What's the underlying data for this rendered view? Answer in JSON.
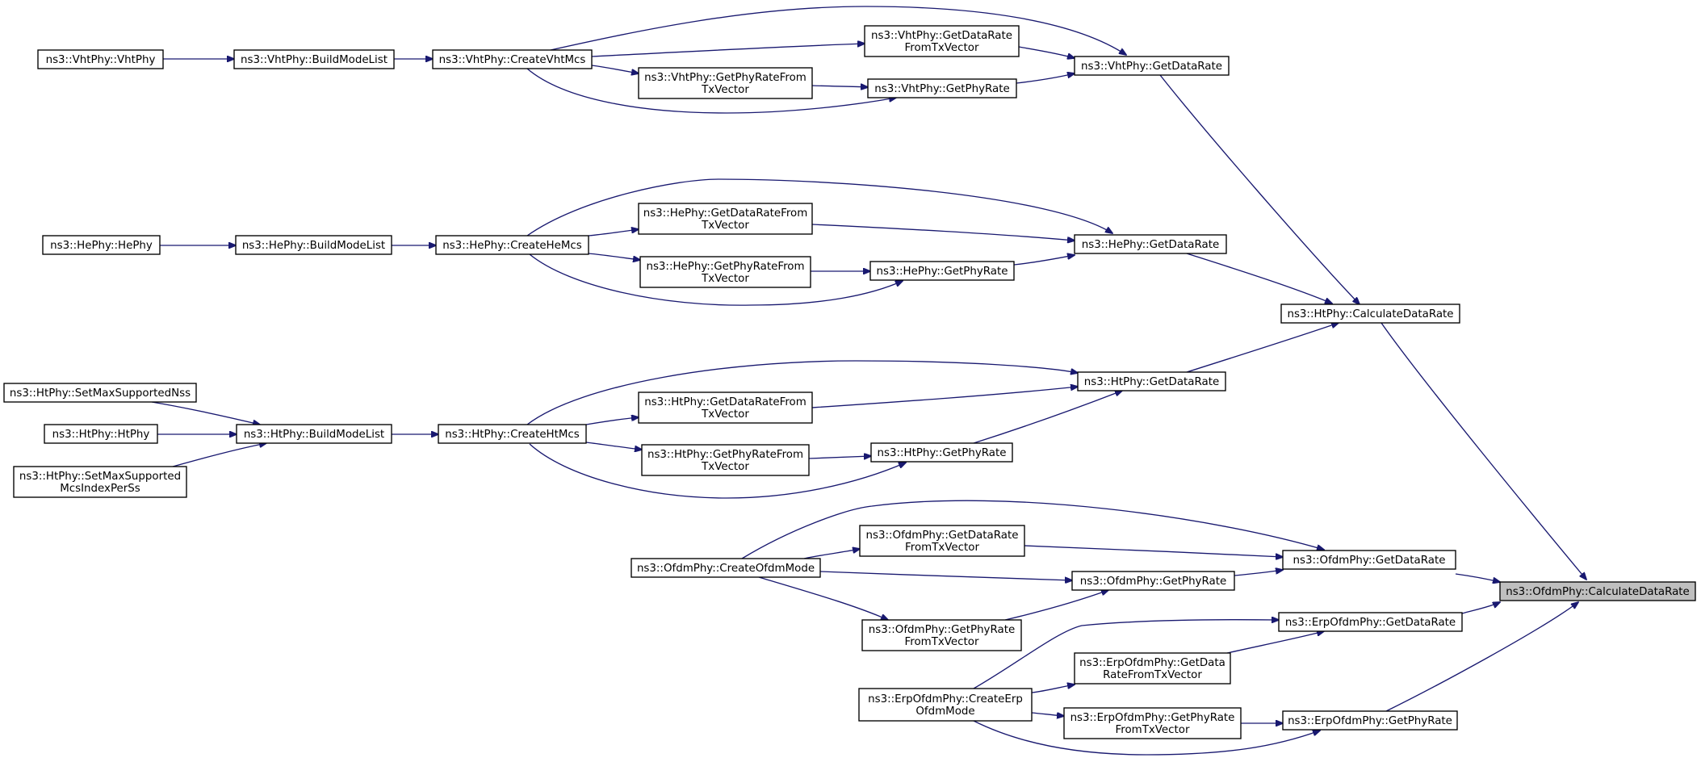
{
  "diagram": {
    "title": "",
    "colors": {
      "edge": "#191970",
      "node_border": "#000000",
      "node_fill": "#ffffff",
      "root_fill": "#bfbfbf",
      "text": "#000000"
    },
    "root": "ofdm_calc",
    "nodes": [
      {
        "id": "ofdm_calc",
        "lines": [
          "ns3::OfdmPhy::CalculateDataRate"
        ]
      },
      {
        "id": "ht_calc",
        "lines": [
          "ns3::HtPhy::CalculateDataRate"
        ]
      },
      {
        "id": "ofdm_getdr",
        "lines": [
          "ns3::OfdmPhy::GetDataRate"
        ]
      },
      {
        "id": "erp_getdr",
        "lines": [
          "ns3::ErpOfdmPhy::GetDataRate"
        ]
      },
      {
        "id": "erp_getpr",
        "lines": [
          "ns3::ErpOfdmPhy::GetPhyRate"
        ]
      },
      {
        "id": "vht_getdr",
        "lines": [
          "ns3::VhtPhy::GetDataRate"
        ]
      },
      {
        "id": "he_getdr",
        "lines": [
          "ns3::HePhy::GetDataRate"
        ]
      },
      {
        "id": "ht_getdr",
        "lines": [
          "ns3::HtPhy::GetDataRate"
        ]
      },
      {
        "id": "vht_getdrtx",
        "lines": [
          "ns3::VhtPhy::GetDataRate",
          "FromTxVector"
        ]
      },
      {
        "id": "vht_getpr",
        "lines": [
          "ns3::VhtPhy::GetPhyRate"
        ]
      },
      {
        "id": "vht_getprtx",
        "lines": [
          "ns3::VhtPhy::GetPhyRateFrom",
          "TxVector"
        ]
      },
      {
        "id": "vht_create",
        "lines": [
          "ns3::VhtPhy::CreateVhtMcs"
        ]
      },
      {
        "id": "vht_build",
        "lines": [
          "ns3::VhtPhy::BuildModeList"
        ]
      },
      {
        "id": "vht_ctor",
        "lines": [
          "ns3::VhtPhy::VhtPhy"
        ]
      },
      {
        "id": "he_getdrtx",
        "lines": [
          "ns3::HePhy::GetDataRateFrom",
          "TxVector"
        ]
      },
      {
        "id": "he_getpr",
        "lines": [
          "ns3::HePhy::GetPhyRate"
        ]
      },
      {
        "id": "he_getprtx",
        "lines": [
          "ns3::HePhy::GetPhyRateFrom",
          "TxVector"
        ]
      },
      {
        "id": "he_create",
        "lines": [
          "ns3::HePhy::CreateHeMcs"
        ]
      },
      {
        "id": "he_build",
        "lines": [
          "ns3::HePhy::BuildModeList"
        ]
      },
      {
        "id": "he_ctor",
        "lines": [
          "ns3::HePhy::HePhy"
        ]
      },
      {
        "id": "ht_getdrtx",
        "lines": [
          "ns3::HtPhy::GetDataRateFrom",
          "TxVector"
        ]
      },
      {
        "id": "ht_getpr",
        "lines": [
          "ns3::HtPhy::GetPhyRate"
        ]
      },
      {
        "id": "ht_getprtx",
        "lines": [
          "ns3::HtPhy::GetPhyRateFrom",
          "TxVector"
        ]
      },
      {
        "id": "ht_create",
        "lines": [
          "ns3::HtPhy::CreateHtMcs"
        ]
      },
      {
        "id": "ht_build",
        "lines": [
          "ns3::HtPhy::BuildModeList"
        ]
      },
      {
        "id": "ht_setnss",
        "lines": [
          "ns3::HtPhy::SetMaxSupportedNss"
        ]
      },
      {
        "id": "ht_ctor",
        "lines": [
          "ns3::HtPhy::HtPhy"
        ]
      },
      {
        "id": "ht_setmcs",
        "lines": [
          "ns3::HtPhy::SetMaxSupported",
          "McsIndexPerSs"
        ]
      },
      {
        "id": "ofdm_getdrtx",
        "lines": [
          "ns3::OfdmPhy::GetDataRate",
          "FromTxVector"
        ]
      },
      {
        "id": "ofdm_getpr",
        "lines": [
          "ns3::OfdmPhy::GetPhyRate"
        ]
      },
      {
        "id": "ofdm_getprtx",
        "lines": [
          "ns3::OfdmPhy::GetPhyRate",
          "FromTxVector"
        ]
      },
      {
        "id": "ofdm_create",
        "lines": [
          "ns3::OfdmPhy::CreateOfdmMode"
        ]
      },
      {
        "id": "erp_getdrtx",
        "lines": [
          "ns3::ErpOfdmPhy::GetData",
          "RateFromTxVector"
        ]
      },
      {
        "id": "erp_getprtx",
        "lines": [
          "ns3::ErpOfdmPhy::GetPhyRate",
          "FromTxVector"
        ]
      },
      {
        "id": "erp_create",
        "lines": [
          "ns3::ErpOfdmPhy::CreateErp",
          "OfdmMode"
        ]
      }
    ],
    "edges": [
      {
        "from": "ht_calc",
        "to": "ofdm_calc"
      },
      {
        "from": "ofdm_getdr",
        "to": "ofdm_calc"
      },
      {
        "from": "erp_getdr",
        "to": "ofdm_calc"
      },
      {
        "from": "erp_getpr",
        "to": "ofdm_calc"
      },
      {
        "from": "vht_getdr",
        "to": "ht_calc"
      },
      {
        "from": "he_getdr",
        "to": "ht_calc"
      },
      {
        "from": "ht_getdr",
        "to": "ht_calc"
      },
      {
        "from": "vht_create",
        "to": "vht_getdr"
      },
      {
        "from": "vht_getdrtx",
        "to": "vht_getdr"
      },
      {
        "from": "vht_getpr",
        "to": "vht_getdr"
      },
      {
        "from": "vht_create",
        "to": "vht_getdrtx"
      },
      {
        "from": "vht_create",
        "to": "vht_getprtx"
      },
      {
        "from": "vht_getprtx",
        "to": "vht_getpr"
      },
      {
        "from": "vht_create",
        "to": "vht_getpr"
      },
      {
        "from": "vht_build",
        "to": "vht_create"
      },
      {
        "from": "vht_ctor",
        "to": "vht_build"
      },
      {
        "from": "he_create",
        "to": "he_getdr"
      },
      {
        "from": "he_getdrtx",
        "to": "he_getdr"
      },
      {
        "from": "he_getpr",
        "to": "he_getdr"
      },
      {
        "from": "he_create",
        "to": "he_getdrtx"
      },
      {
        "from": "he_create",
        "to": "he_getprtx"
      },
      {
        "from": "he_getprtx",
        "to": "he_getpr"
      },
      {
        "from": "he_create",
        "to": "he_getpr"
      },
      {
        "from": "he_build",
        "to": "he_create"
      },
      {
        "from": "he_ctor",
        "to": "he_build"
      },
      {
        "from": "ht_create",
        "to": "ht_getdr"
      },
      {
        "from": "ht_getdrtx",
        "to": "ht_getdr"
      },
      {
        "from": "ht_getpr",
        "to": "ht_getdr"
      },
      {
        "from": "ht_create",
        "to": "ht_getdrtx"
      },
      {
        "from": "ht_create",
        "to": "ht_getprtx"
      },
      {
        "from": "ht_getprtx",
        "to": "ht_getpr"
      },
      {
        "from": "ht_create",
        "to": "ht_getpr"
      },
      {
        "from": "ht_build",
        "to": "ht_create"
      },
      {
        "from": "ht_setnss",
        "to": "ht_build"
      },
      {
        "from": "ht_ctor",
        "to": "ht_build"
      },
      {
        "from": "ht_setmcs",
        "to": "ht_build"
      },
      {
        "from": "ofdm_create",
        "to": "ofdm_getdr"
      },
      {
        "from": "ofdm_getdrtx",
        "to": "ofdm_getdr"
      },
      {
        "from": "ofdm_getpr",
        "to": "ofdm_getdr"
      },
      {
        "from": "ofdm_create",
        "to": "ofdm_getdrtx"
      },
      {
        "from": "ofdm_create",
        "to": "ofdm_getpr"
      },
      {
        "from": "ofdm_create",
        "to": "ofdm_getprtx"
      },
      {
        "from": "ofdm_getprtx",
        "to": "ofdm_getpr"
      },
      {
        "from": "erp_create",
        "to": "erp_getdr"
      },
      {
        "from": "erp_getdrtx",
        "to": "erp_getdr"
      },
      {
        "from": "erp_create",
        "to": "erp_getdrtx"
      },
      {
        "from": "erp_create",
        "to": "erp_getprtx"
      },
      {
        "from": "erp_getprtx",
        "to": "erp_getpr"
      },
      {
        "from": "erp_create",
        "to": "erp_getpr"
      }
    ]
  }
}
